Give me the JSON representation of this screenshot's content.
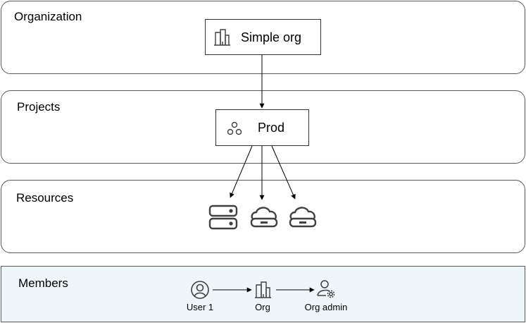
{
  "lanes": {
    "organization": "Organization",
    "projects": "Projects",
    "resources": "Resources",
    "members": "Members"
  },
  "nodes": {
    "org": {
      "label": "Simple org",
      "icon": "building-icon"
    },
    "project": {
      "label": "Prod",
      "icon": "circles-icon"
    }
  },
  "resources": [
    {
      "icon": "server-stack-icon"
    },
    {
      "icon": "cloud-drive-icon"
    },
    {
      "icon": "cloud-drive-icon"
    }
  ],
  "members": {
    "user": {
      "label": "User 1",
      "icon": "user-icon"
    },
    "org": {
      "label": "Org",
      "icon": "building-icon"
    },
    "role": {
      "label": "Org admin",
      "icon": "user-gear-icon"
    }
  },
  "colors": {
    "lane_border": "#595959",
    "members_fill": "#eef6f9",
    "icon_stroke": "#404040"
  }
}
